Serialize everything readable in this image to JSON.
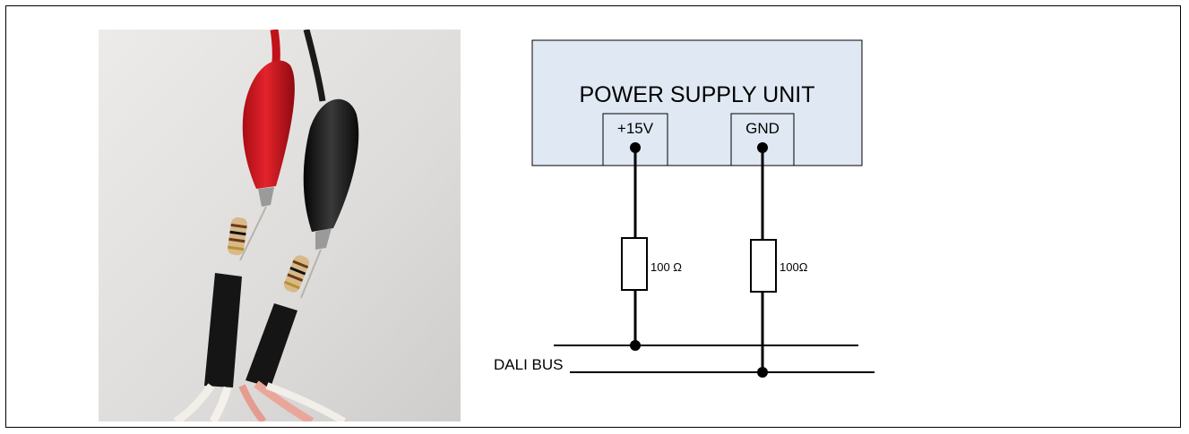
{
  "photo": {
    "subject": "alligator-clip test leads with series resistors"
  },
  "schematic": {
    "psu_title": "POWER SUPPLY UNIT",
    "terminal_positive": "+15V",
    "terminal_ground": "GND",
    "resistor_left_value": "100 Ω",
    "resistor_right_value": "100Ω",
    "bus_label": "DALI BUS"
  },
  "colors": {
    "psu_fill": "#dfe8f3",
    "line": "#000000",
    "clip_red": "#d4121b",
    "clip_black": "#141414"
  }
}
